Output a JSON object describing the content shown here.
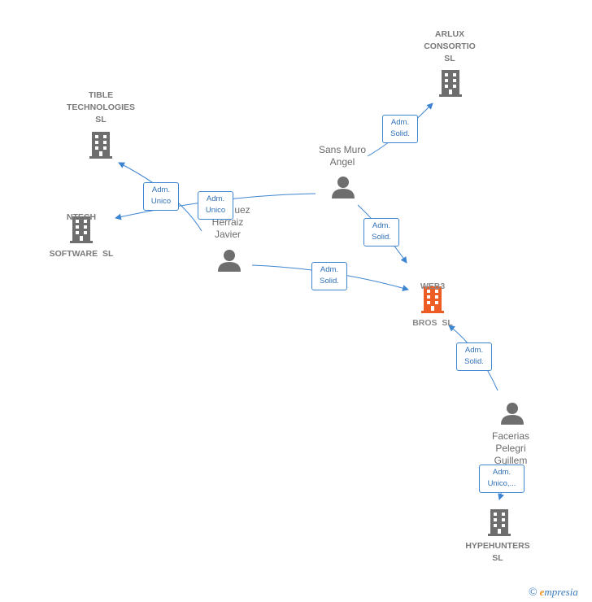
{
  "colors": {
    "edge": "#3e85d1",
    "node_icon": "#6e6e6e",
    "focus_icon": "#ee5c26",
    "label_text": "#666666"
  },
  "nodes": {
    "arlux": [
      "ARLUX",
      "CONSORTIO",
      "SL"
    ],
    "tible": [
      "TIBLE",
      "TECHNOLOGIES",
      "SL"
    ],
    "ntech": [
      "NTECH",
      "SOFTWARE  SL"
    ],
    "web3": [
      "WEB3",
      "BROS  SL"
    ],
    "hypehunters": [
      "HYPEHUNTERS",
      "SL"
    ],
    "sans_muro": [
      "Sans Muro",
      "Angel"
    ],
    "herraiz": [
      "uez",
      "Herraiz",
      "Javier"
    ],
    "facerias": [
      "Facerias",
      "Pelegri",
      "Guillem"
    ]
  },
  "edges": {
    "sans_arlux": [
      "Adm.",
      "Solid."
    ],
    "herraiz_tible": [
      "Adm.",
      "Unico"
    ],
    "sans_ntech": [
      "Adm.",
      "Unico"
    ],
    "sans_web3": [
      "Adm.",
      "Solid."
    ],
    "herraiz_web3": [
      "Adm.",
      "Solid."
    ],
    "facerias_web3": [
      "Adm.",
      "Solid."
    ],
    "facerias_hype": [
      "Adm.",
      "Unico,..."
    ]
  },
  "icons": {
    "company": "building-icon",
    "person": "person-icon"
  },
  "brand": {
    "copyright": "©",
    "name_first": "e",
    "name_rest": "mpresia"
  }
}
